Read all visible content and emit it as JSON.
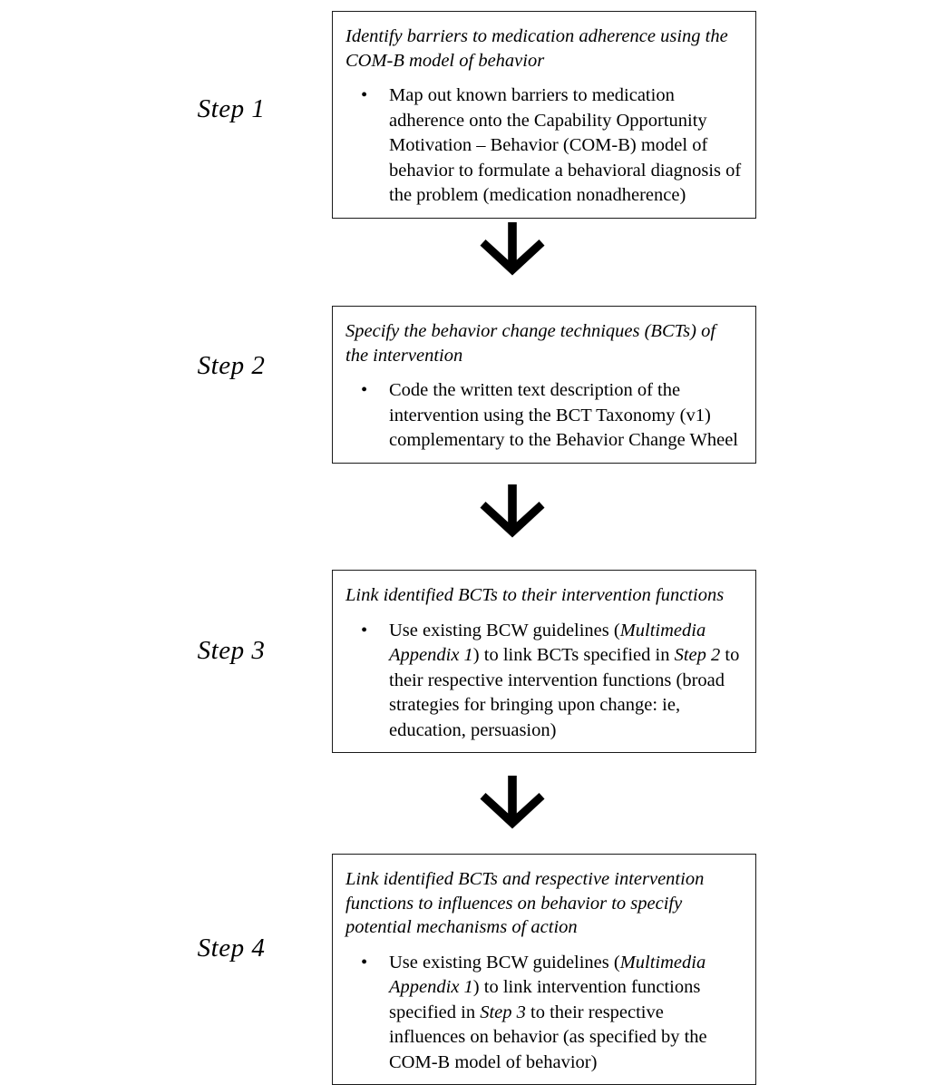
{
  "figure": {
    "type": "flowchart",
    "orientation": "vertical",
    "background_color": "#ffffff",
    "text_color": "#000000",
    "border_color": "#1a1a1a",
    "arrow_color": "#000000",
    "arrow_icon": "arrow-down-icon",
    "bullet_glyph": "•"
  },
  "steps": [
    {
      "label": "Step 1",
      "heading": "Identify barriers to medication adherence using the COM-B model of behavior",
      "bullets": [
        {
          "parts": [
            {
              "text": "Map out known barriers to medication adherence onto the Capability Opportunity Motivation – Behavior (COM-B) model of behavior to formulate a behavioral diagnosis of the problem (medication nonadherence)",
              "italic": false
            }
          ]
        }
      ]
    },
    {
      "label": "Step 2",
      "heading": "Specify the behavior change techniques (BCTs) of the intervention",
      "bullets": [
        {
          "parts": [
            {
              "text": "Code the written text description of the intervention using the BCT Taxonomy (v1) complementary to the Behavior Change Wheel",
              "italic": false
            }
          ]
        }
      ]
    },
    {
      "label": "Step 3",
      "heading": "Link identified BCTs to their intervention functions",
      "bullets": [
        {
          "parts": [
            {
              "text": "Use existing BCW guidelines (",
              "italic": false
            },
            {
              "text": "Multimedia Appendix 1",
              "italic": true
            },
            {
              "text": ") to link BCTs specified in ",
              "italic": false
            },
            {
              "text": "Step 2",
              "italic": true
            },
            {
              "text": " to their respective intervention functions (broad strategies for bringing upon change: ie, education, persuasion)",
              "italic": false
            }
          ]
        }
      ]
    },
    {
      "label": "Step 4",
      "heading": "Link identified BCTs and respective intervention functions to influences on behavior to specify potential mechanisms of action",
      "bullets": [
        {
          "parts": [
            {
              "text": "Use existing BCW guidelines (",
              "italic": false
            },
            {
              "text": "Multimedia Appendix 1",
              "italic": true
            },
            {
              "text": ") to link intervention functions specified in ",
              "italic": false
            },
            {
              "text": "Step 3",
              "italic": true
            },
            {
              "text": " to their respective influences on behavior (as specified by the COM-B model of behavior)",
              "italic": false
            }
          ]
        }
      ]
    }
  ],
  "connectors": [
    {
      "from": "Step 1",
      "to": "Step 2",
      "icon": "arrow-down-icon"
    },
    {
      "from": "Step 2",
      "to": "Step 3",
      "icon": "arrow-down-icon"
    },
    {
      "from": "Step 3",
      "to": "Step 4",
      "icon": "arrow-down-icon"
    }
  ]
}
